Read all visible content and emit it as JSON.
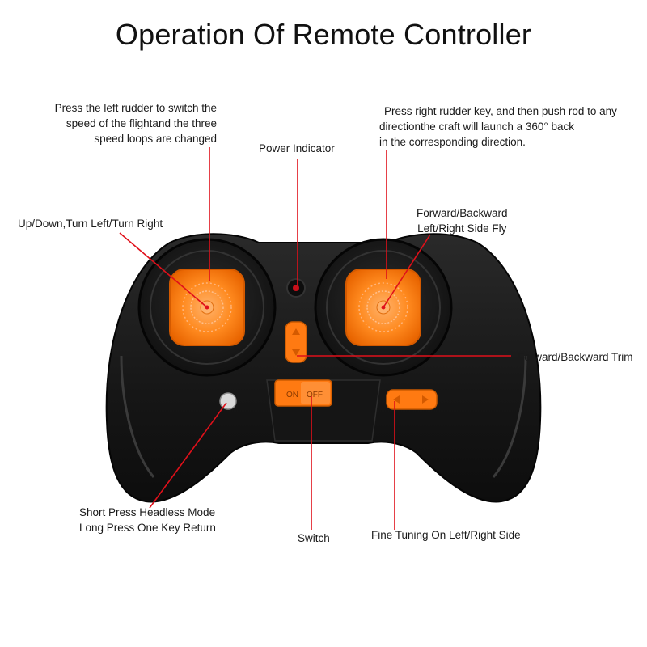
{
  "title": "Operation Of Remote Controller",
  "colors": {
    "callout_line": "#e0101a",
    "controller_body": "#1b1b1b",
    "button_orange": "#ff7a12",
    "background": "#ffffff"
  },
  "callouts": {
    "left_rudder": {
      "lines": [
        "Press the left rudder to switch the",
        "speed of the flightand the three",
        "speed loops are changed"
      ]
    },
    "right_rudder": {
      "lines": [
        "Press right rudder key, and then push rod to any",
        "directionthe craft will launch a 360°   back",
        "in the corresponding direction."
      ]
    },
    "power_indicator": {
      "text": "Power Indicator"
    },
    "left_stick": {
      "text": "Up/Down,Turn Left/Turn Right"
    },
    "right_stick": {
      "lines": [
        "Forward/Backward",
        "Left/Right Side Fly"
      ]
    },
    "forward_backward_trim": {
      "text": "Forward/Backward Trim"
    },
    "headless_mode": {
      "lines": [
        "Short Press Headless Mode",
        "Long Press One Key Return"
      ]
    },
    "switch": {
      "text": "Switch"
    },
    "fine_tuning": {
      "text": "Fine Tuning On Left/Right Side"
    }
  },
  "controller": {
    "switch_on_label": "ON",
    "switch_off_label": "OFF",
    "icons": [
      "left-stick-icon",
      "right-stick-icon",
      "power-led-icon",
      "trim-up-icon",
      "trim-down-icon",
      "trim-left-icon",
      "trim-right-icon",
      "headless-button-icon"
    ]
  }
}
